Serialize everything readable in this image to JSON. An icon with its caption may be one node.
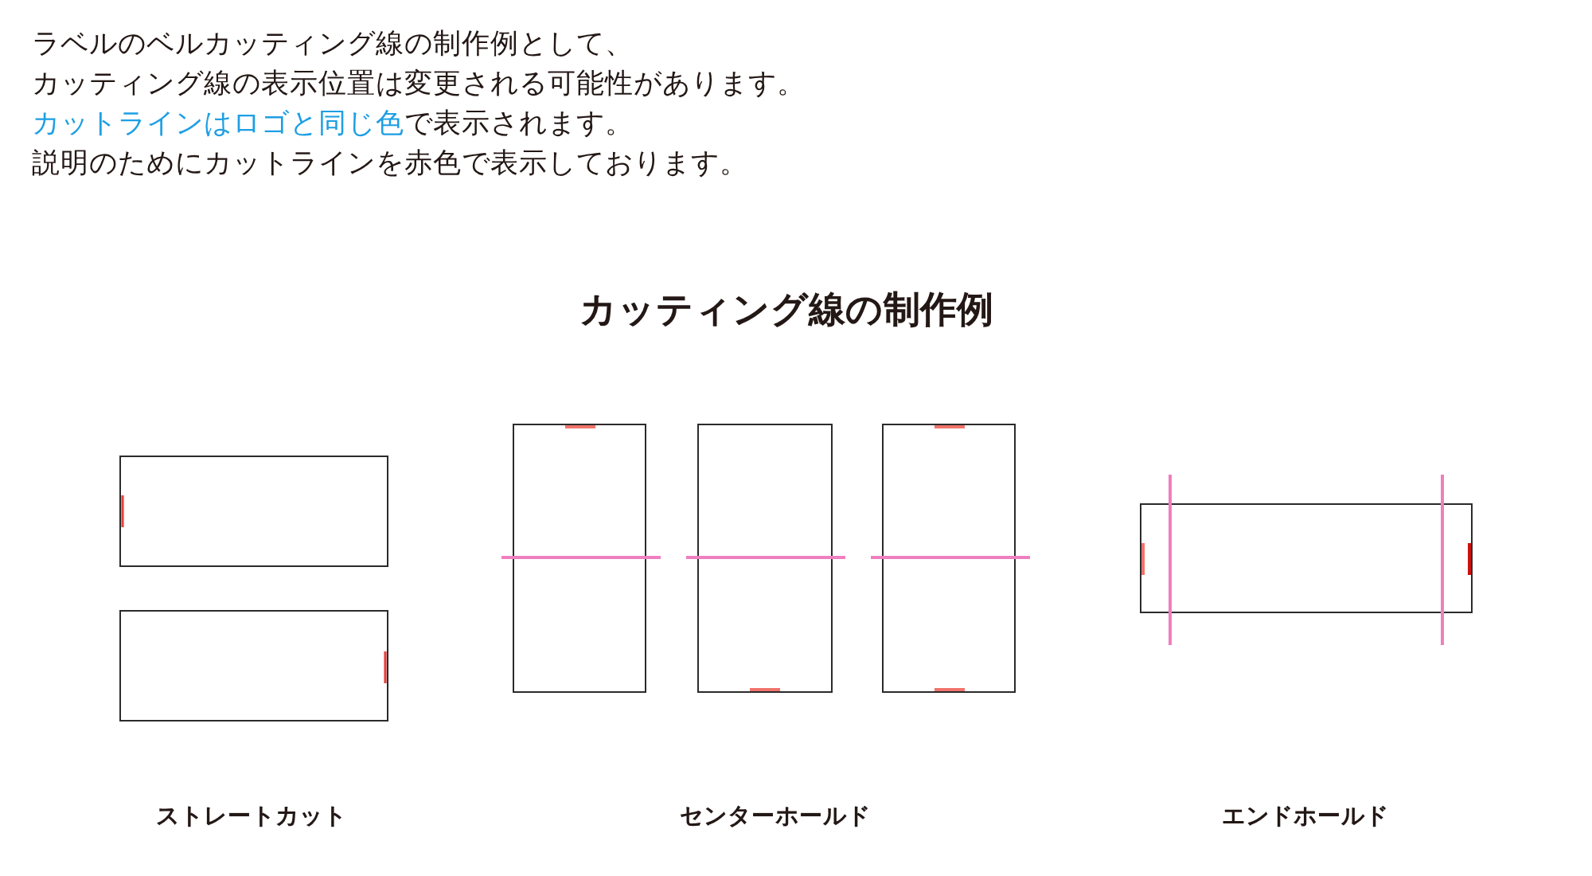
{
  "diagram": {
    "title": "カッティング線の制作例",
    "nodes": [
      {
        "text": [],
        "shape": "box"
      },
      {
        "text": [],
        "shape": "box"
      },
      {
        "text": [],
        "shape": "box"
      },
      {
        "text": [],
        "shape": "box"
      },
      {
        "text": [],
        "shape": "box"
      },
      {
        "text": [],
        "shape": "box"
      }
    ],
    "labels": [
      "ラベルのベルカッティング線の制作例として、",
      "カッティング線の表示位置は変更される可能性があります。",
      "カットラインはロゴと同じ色",
      "で表示されます。",
      "説明のためにカットラインを赤色で表示しております。",
      "ストレートカット",
      "センターホールド",
      "エンドホールド"
    ]
  }
}
